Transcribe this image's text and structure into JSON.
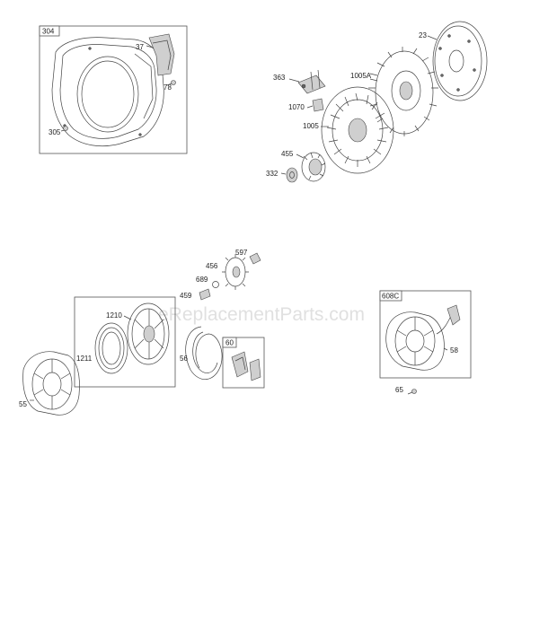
{
  "watermark": "eReplacementParts.com",
  "callouts": {
    "c304": "304",
    "c37": "37",
    "c78": "78",
    "c305": "305",
    "c23": "23",
    "c363": "363",
    "c1005A": "1005A",
    "c1070": "1070",
    "c1005": "1005",
    "c455": "455",
    "c332": "332",
    "c597": "597",
    "c456": "456",
    "c689": "689",
    "c459": "459",
    "c1210": "1210",
    "c1211": "1211",
    "c56": "56",
    "c60": "60",
    "c55": "55",
    "c608C": "608C",
    "c58": "58",
    "c65": "65"
  }
}
